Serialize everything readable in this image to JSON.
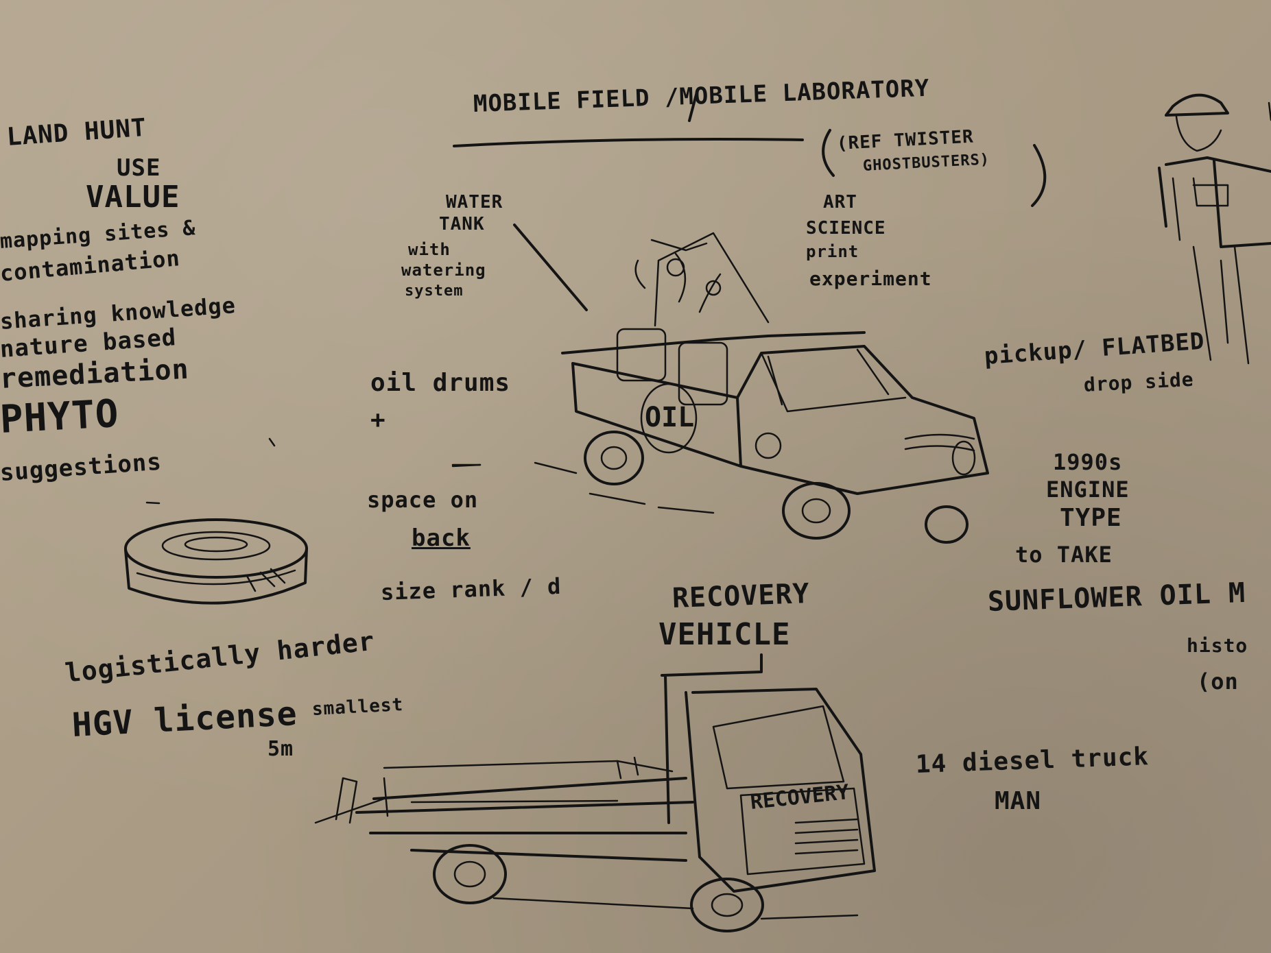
{
  "background_color": "#aa9c86",
  "ink_color": "#141414",
  "notes": {
    "title": "MOBILE FIELD /MOBILE LABORATORY",
    "ref_1": "(REF TWISTER",
    "ref_2": "GHOSTBUSTERS)",
    "land_1": "LAND HUNT",
    "land_2": "USE",
    "land_3": "VALUE",
    "mapping_1": "mapping sites &",
    "mapping_2": "contamination",
    "sharing_1": "sharing knowledge",
    "sharing_2": "nature based",
    "sharing_3": "remediation",
    "phyto": "PHYTO",
    "suggestions": "suggestions",
    "water_1": "WATER",
    "water_2": "TANK",
    "water_3": "with",
    "water_4": "watering",
    "water_5": "system",
    "art_1": "ART",
    "art_2": "SCIENCE",
    "art_3": "print",
    "art_4": "experiment",
    "pickup_1": "pickup/ FLATBED",
    "pickup_2": "drop side",
    "oil_drums_1": "oil drums",
    "oil_drums_2": "+",
    "space_1": "space on",
    "space_2": "back",
    "size": "size rank / d",
    "era_1": "1990s",
    "era_2": "ENGINE",
    "era_3": "TYPE",
    "era_4": "to TAKE",
    "sunflower": "SUNFLOWER OIL M",
    "hist_1": "histo",
    "hist_2": "(on",
    "recovery_1": "RECOVERY",
    "recovery_2": "VEHICLE",
    "logistics_1": "logistically harder",
    "logistics_2": "HGV license",
    "smallest_1": "smallest",
    "smallest_2": "5m",
    "diesel_1": "14 diesel truck",
    "diesel_2": "MAN",
    "oil_label": "OIL",
    "recovery_plate": "RECOVERY"
  }
}
